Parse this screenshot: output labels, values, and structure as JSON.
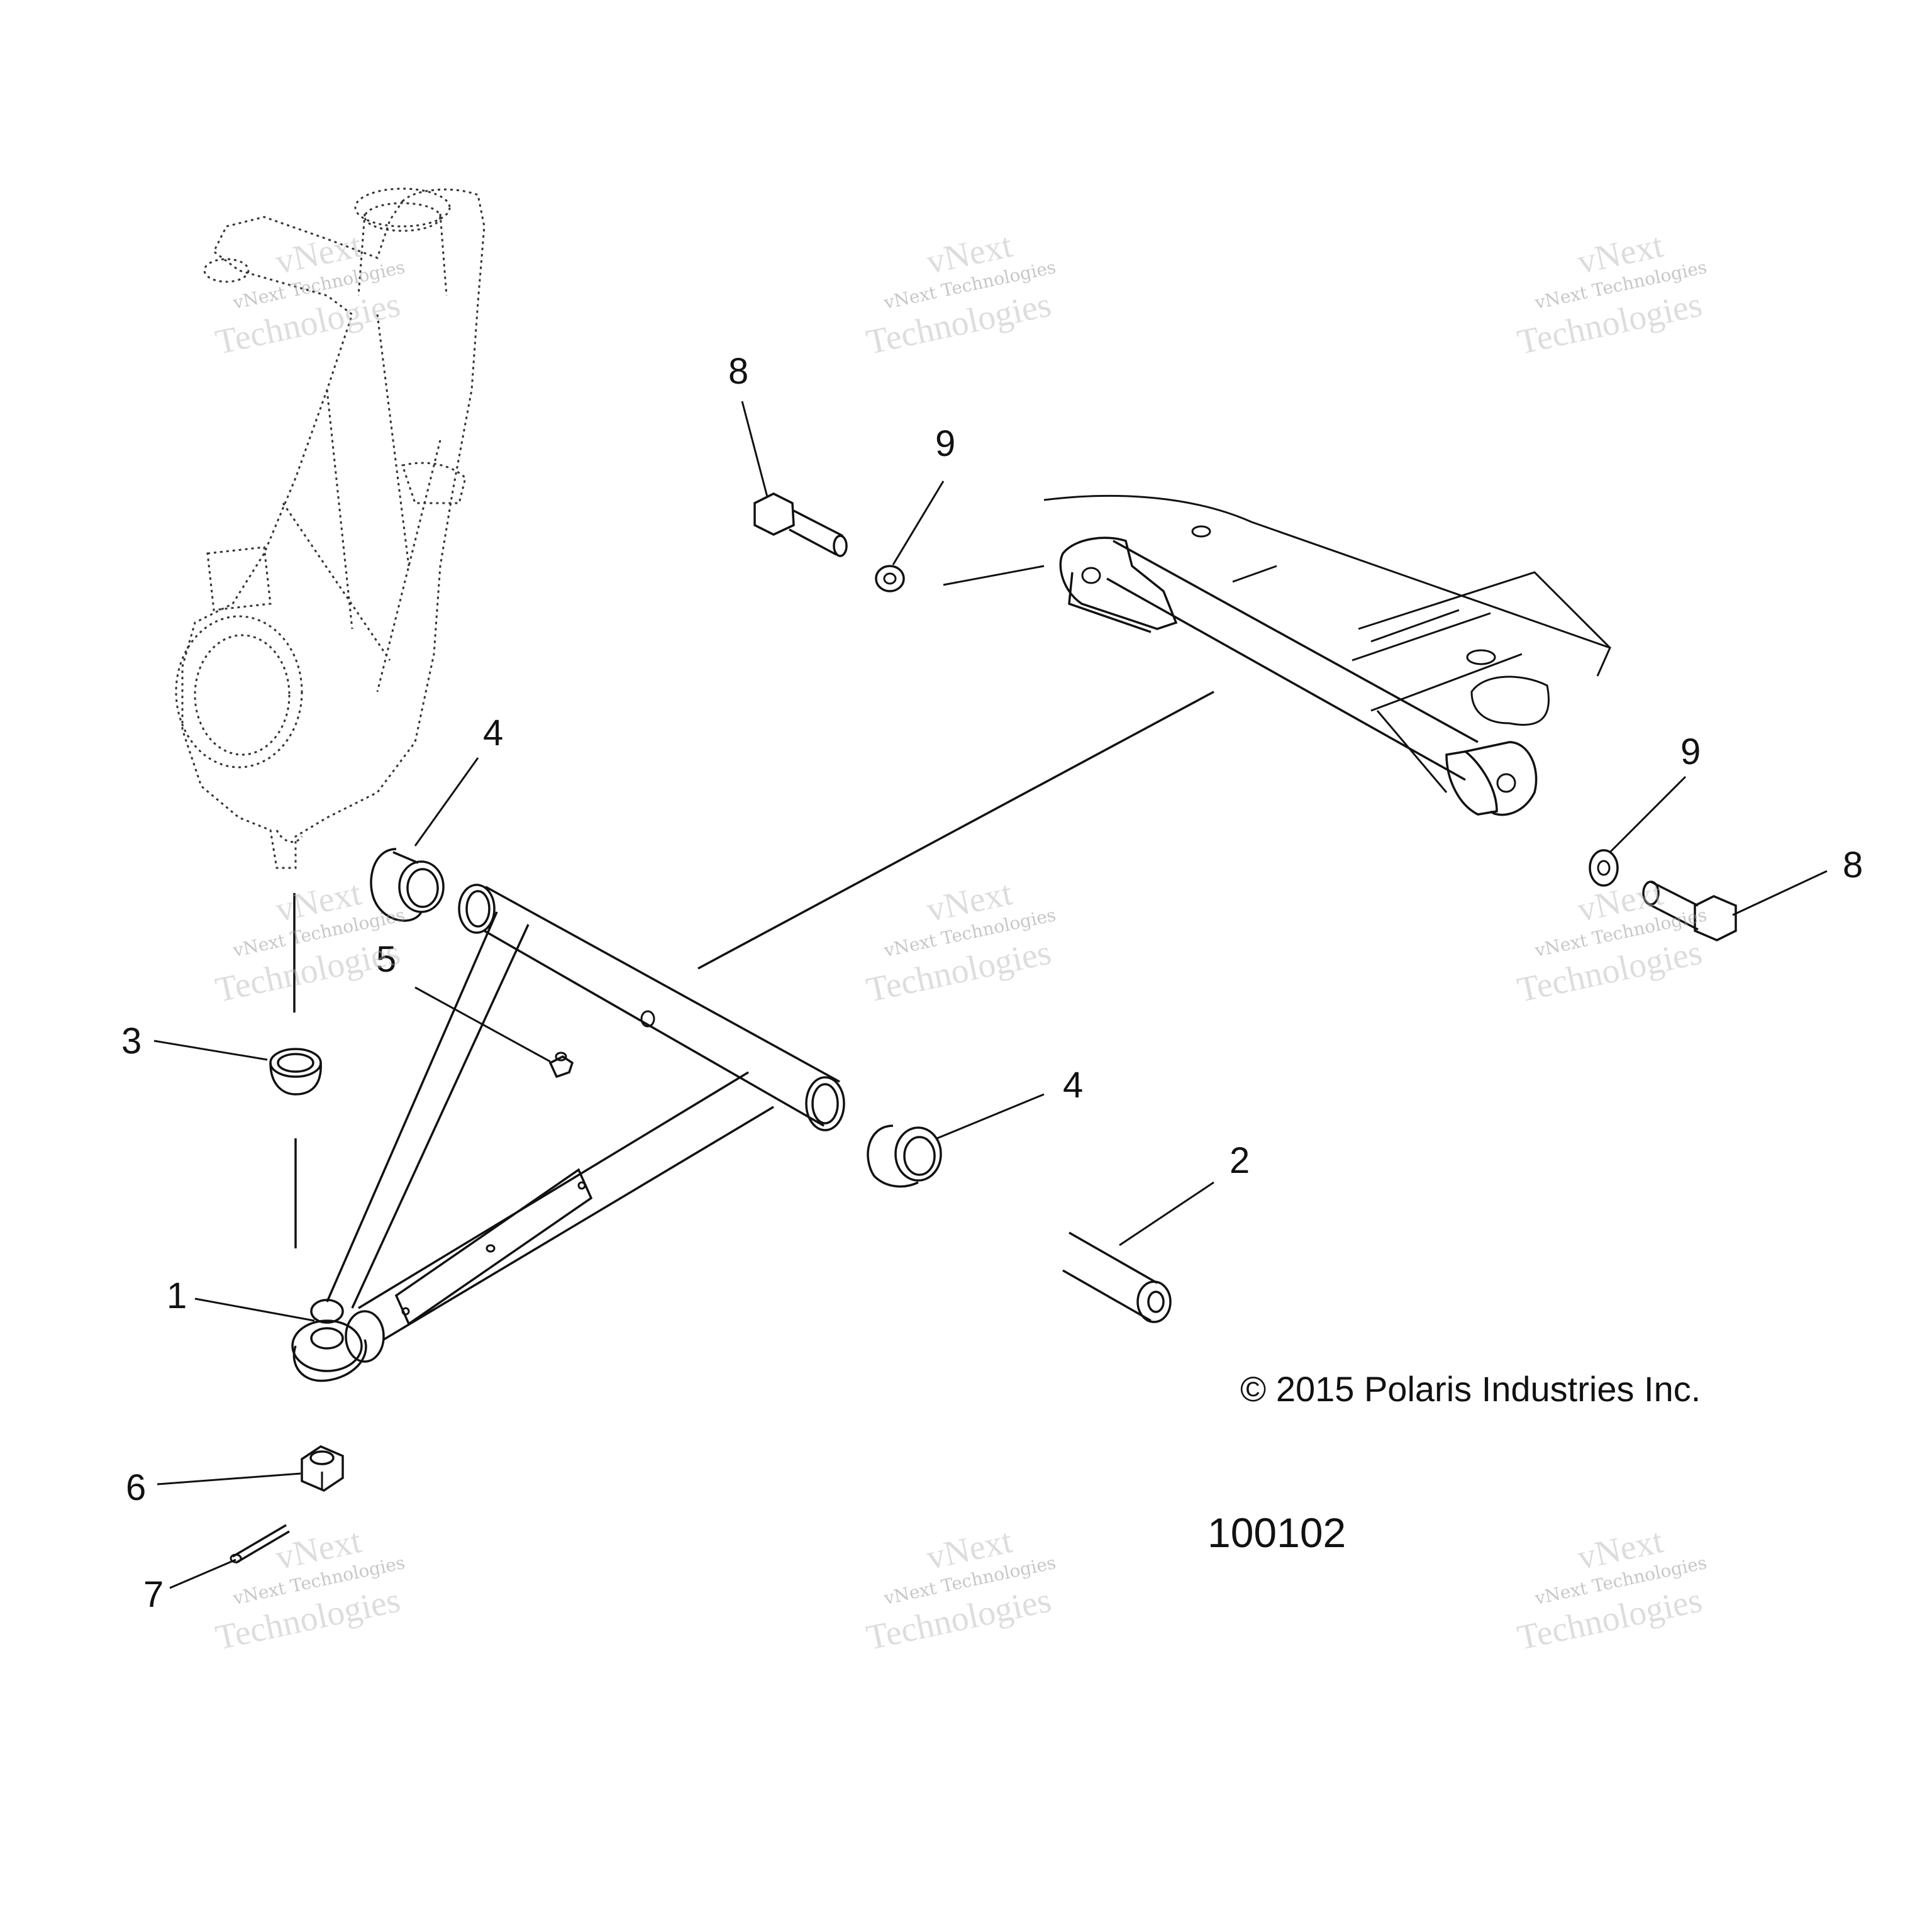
{
  "callouts": [
    {
      "id": "c1",
      "label": "1"
    },
    {
      "id": "c2",
      "label": "2"
    },
    {
      "id": "c3",
      "label": "3"
    },
    {
      "id": "c4a",
      "label": "4"
    },
    {
      "id": "c4b",
      "label": "4"
    },
    {
      "id": "c5",
      "label": "5"
    },
    {
      "id": "c6",
      "label": "6"
    },
    {
      "id": "c7",
      "label": "7"
    },
    {
      "id": "c8a",
      "label": "8"
    },
    {
      "id": "c8b",
      "label": "8"
    },
    {
      "id": "c9a",
      "label": "9"
    },
    {
      "id": "c9b",
      "label": "9"
    }
  ],
  "watermark": {
    "line1": "vNext Technologies",
    "line2": "Technologies",
    "line3": "vNext"
  },
  "copyright": "© 2015 Polaris Industries Inc.",
  "figure_number": "100102"
}
